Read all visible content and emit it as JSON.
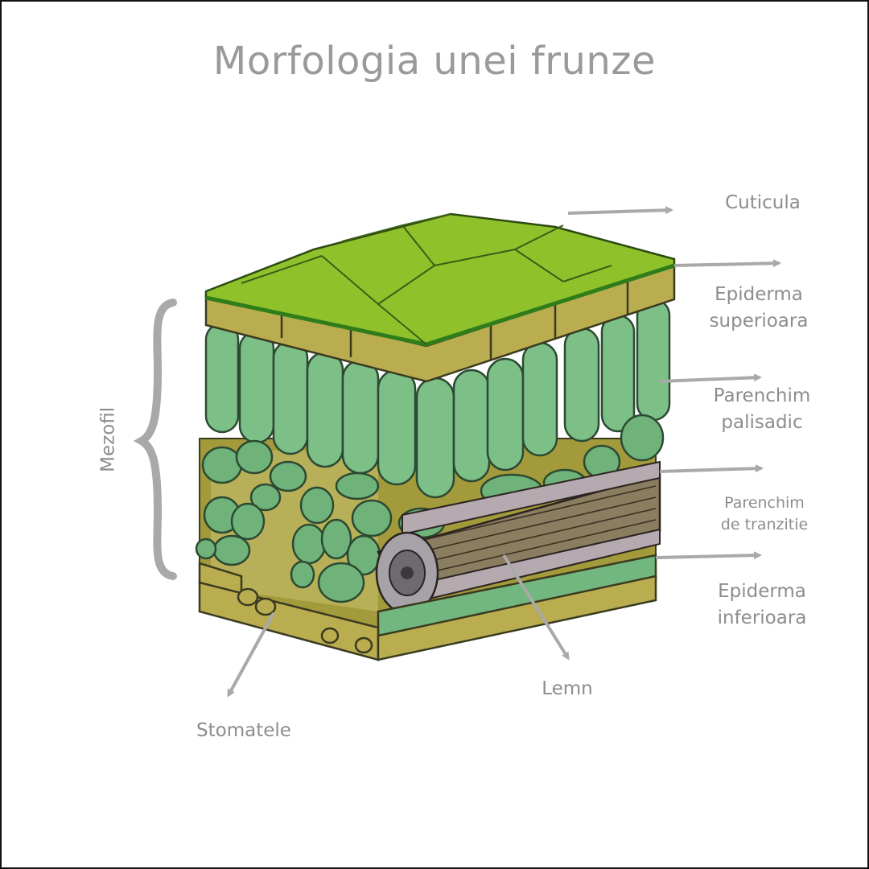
{
  "title": "Morfologia unei frunze",
  "labels": {
    "cuticula": "Cuticula",
    "epiderma_superioara": [
      "Epiderma",
      "superioara"
    ],
    "parenchim_palisadic": [
      "Parenchim",
      "palisadic"
    ],
    "parenchim_tranzitie": [
      "Parenchim",
      "de tranzitie"
    ],
    "epiderma_inferioara": [
      "Epiderma",
      "inferioara"
    ],
    "lemn": "Lemn",
    "stomatele": "Stomatele",
    "mezofil": "Mezofil"
  },
  "colors": {
    "text": "#8d8d8d",
    "arrow": "#a9a9a9",
    "cuticle_green": "#8fc22a",
    "epidermis_olive": "#b9ad50",
    "palisade_green": "#7cc088",
    "vein_gray": "#9a8f96"
  }
}
